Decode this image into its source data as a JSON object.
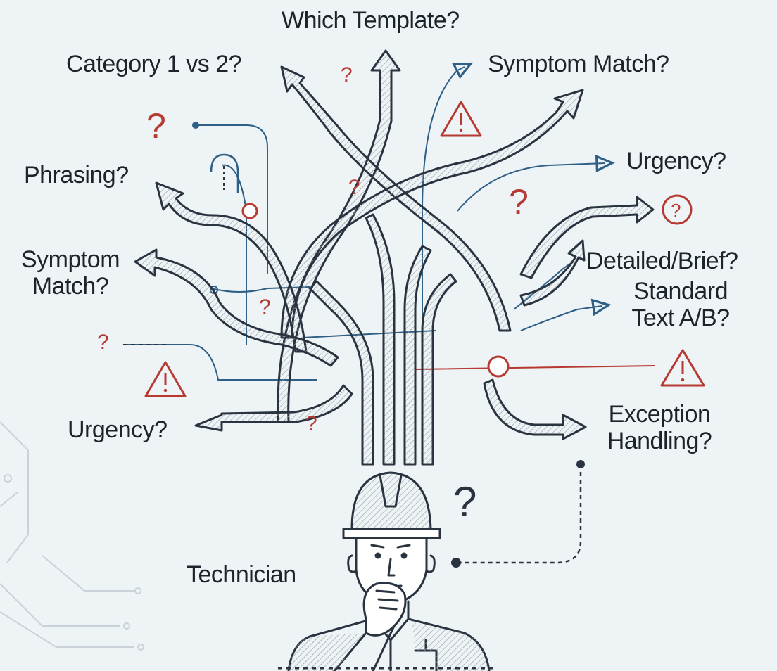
{
  "labels": {
    "which_template": "Which Template?",
    "category": "Category 1 vs 2?",
    "symptom_match_top": "Symptom Match?",
    "urgency_right": "Urgency?",
    "phrasing": "Phrasing?",
    "symptom_match_left_1": "Symptom",
    "symptom_match_left_2": "Match?",
    "detailed_brief": "Detailed/Brief?",
    "standard_text_1": "Standard",
    "standard_text_2": "Text A/B?",
    "urgency_left": "Urgency?",
    "exception_1": "Exception",
    "exception_2": "Handling?",
    "technician": "Technician"
  },
  "question_mark": "?",
  "colors": {
    "ink": "#2a3440",
    "accent_red": "#b63a32",
    "accent_blue": "#2e5f86",
    "background": "#eef3f5",
    "circuit": "#c9d2d8"
  }
}
